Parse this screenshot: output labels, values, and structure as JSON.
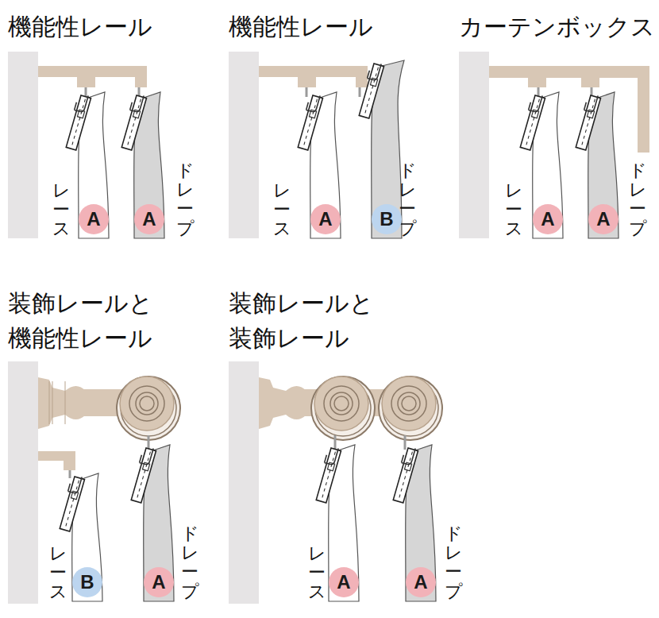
{
  "diagram": {
    "nodes": [
      {
        "text": [
          "A"
        ]
      },
      {
        "text": [
          "A"
        ]
      },
      {
        "text": [
          "A"
        ]
      },
      {
        "text": [
          "B"
        ]
      },
      {
        "text": [
          "A"
        ]
      },
      {
        "text": [
          "A"
        ]
      },
      {
        "text": [
          "B"
        ]
      },
      {
        "text": [
          "A"
        ]
      },
      {
        "text": [
          "A"
        ]
      },
      {
        "text": [
          "A"
        ]
      }
    ],
    "edges": [],
    "labels": [
      "機能性レール",
      "機能性レール",
      "カーテンボックス",
      "レース",
      "ドレープ",
      "レース",
      "ドレープ",
      "レース",
      "ドレープ",
      "装飾レールと 機能性レール",
      "装飾レールと 装飾レール",
      "レース",
      "ドレープ",
      "レース",
      "ドレープ"
    ]
  }
}
